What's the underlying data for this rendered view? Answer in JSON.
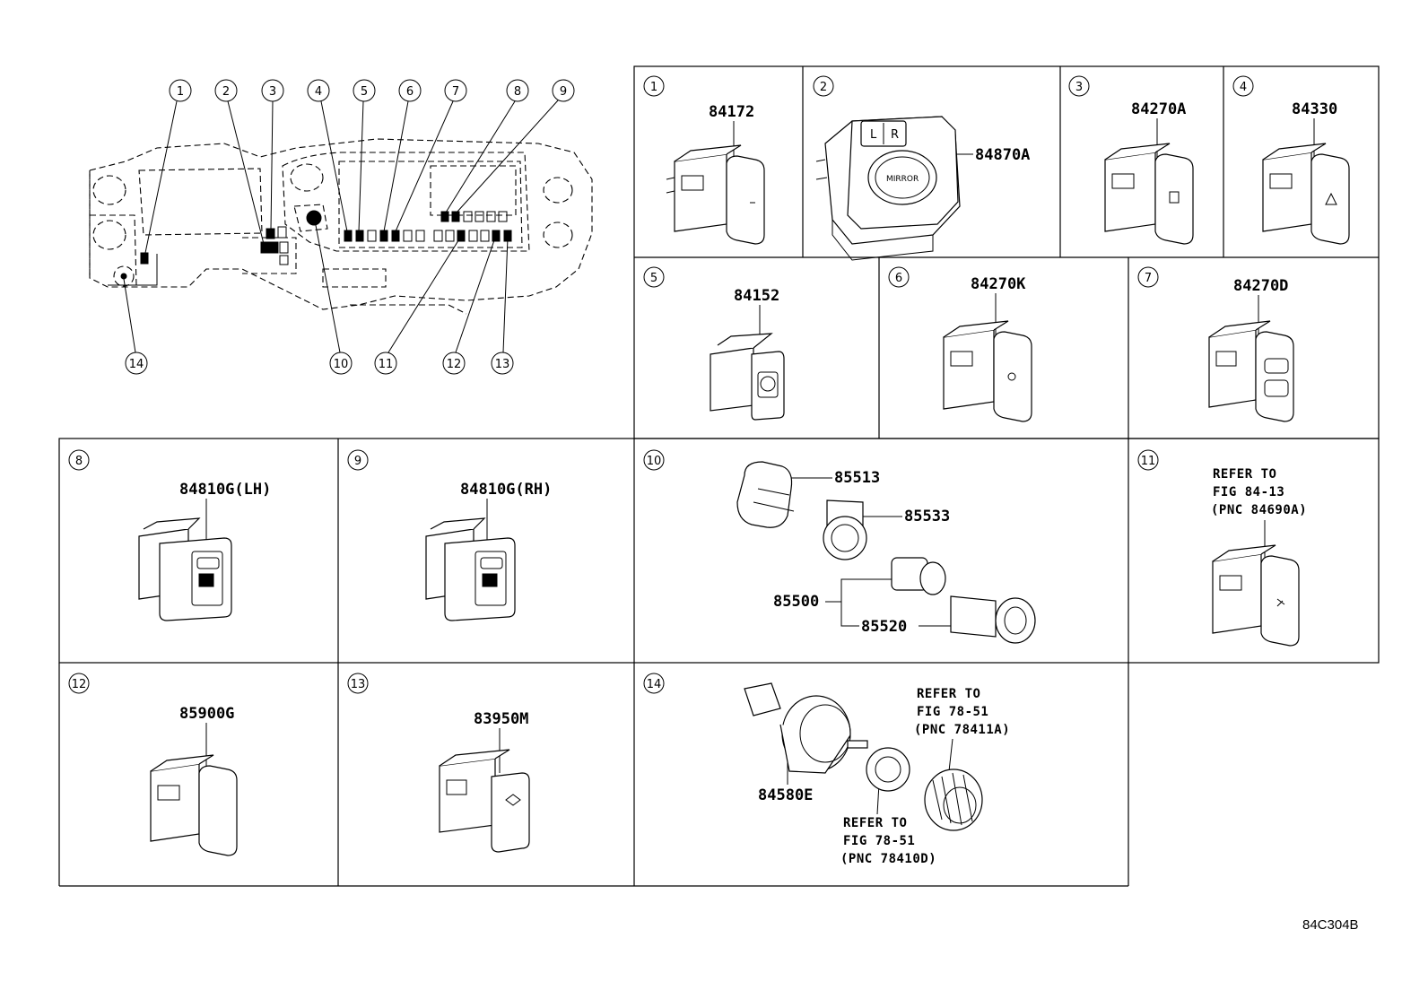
{
  "diagram": {
    "code": "84C304B",
    "callout_numbers": [
      "1",
      "2",
      "3",
      "4",
      "5",
      "6",
      "7",
      "8",
      "9",
      "10",
      "11",
      "12",
      "13",
      "14"
    ],
    "panels": [
      {
        "no": "1",
        "parts": [
          "84172"
        ]
      },
      {
        "no": "2",
        "parts": [
          "84870A"
        ],
        "switch_text": [
          "L",
          "R",
          "MIRROR"
        ]
      },
      {
        "no": "3",
        "parts": [
          "84270A"
        ]
      },
      {
        "no": "4",
        "parts": [
          "84330"
        ]
      },
      {
        "no": "5",
        "parts": [
          "84152"
        ]
      },
      {
        "no": "6",
        "parts": [
          "84270K"
        ]
      },
      {
        "no": "7",
        "parts": [
          "84270D"
        ]
      },
      {
        "no": "8",
        "parts": [
          "84810G(LH)"
        ]
      },
      {
        "no": "9",
        "parts": [
          "84810G(RH)"
        ]
      },
      {
        "no": "10",
        "parts": [
          "85513",
          "85533",
          "85500",
          "85520"
        ]
      },
      {
        "no": "11",
        "refer": [
          "REFER TO",
          "FIG 84-13",
          "(PNC 84690A)"
        ]
      },
      {
        "no": "12",
        "parts": [
          "85900G"
        ]
      },
      {
        "no": "13",
        "parts": [
          "83950M"
        ]
      },
      {
        "no": "14",
        "parts": [
          "84580E"
        ],
        "refer_a": [
          "REFER TO",
          "FIG 78-51",
          "(PNC 78411A)"
        ],
        "refer_b": [
          "REFER TO",
          "FIG 78-51",
          "(PNC 78410D)"
        ]
      }
    ]
  }
}
